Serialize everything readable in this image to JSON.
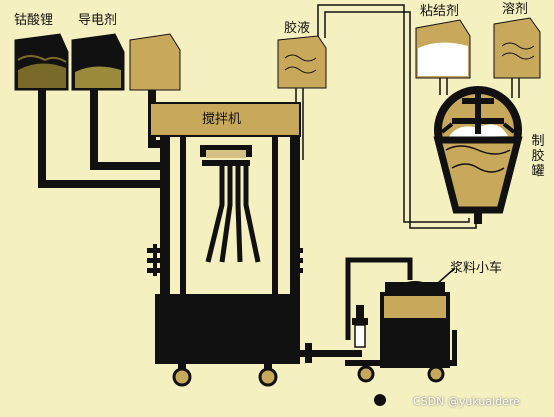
{
  "labels": {
    "cobalt": "钴酸锂",
    "conductive": "导电剂",
    "glue": "胶液",
    "binder": "粘结剂",
    "solvent": "溶剂",
    "tank_vertical": "制胶罐",
    "mixer": "搅拌机",
    "cart": "浆料小车"
  },
  "watermark": "CSDN @yukuaidere",
  "colors": {
    "background": "#f5f0c0",
    "hopper": "#c8a85a",
    "slurry": "#9c8a3c",
    "dark": "#111111",
    "mixer_top": "#c8a85a"
  }
}
